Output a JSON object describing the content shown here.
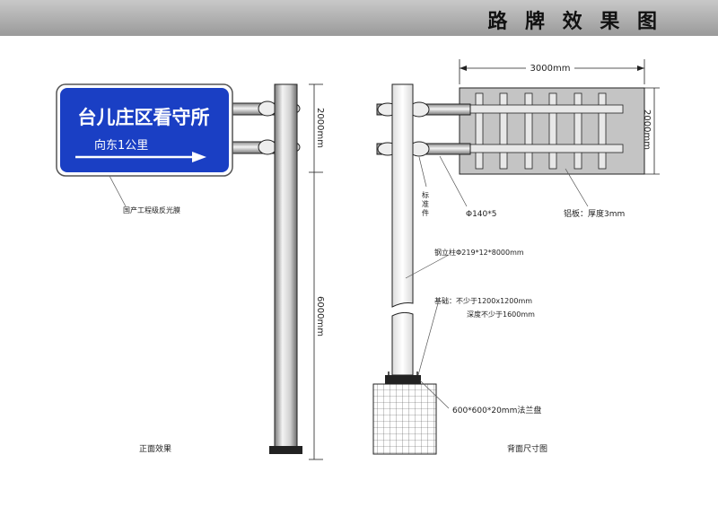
{
  "header": {
    "title": "路 牌 效 果 图"
  },
  "front_view": {
    "caption": "正面效果",
    "sign": {
      "main_text": "台儿庄区看守所",
      "sub_text": "向东1公里",
      "color": "#1a3fc4"
    },
    "sign_note": "国产工程级反光膜",
    "dim_panel": "2000mm",
    "dim_pole": "6000mm"
  },
  "back_view": {
    "caption": "背面尺寸图",
    "dim_width": "3000mm",
    "dim_height": "2000mm",
    "label_standard_part": [
      "标",
      "准",
      "件"
    ],
    "label_pipe": "Φ140*5",
    "label_plate": "铝板：厚度3mm",
    "label_column": "钢立柱Φ219*12*8000mm",
    "label_foundation_1": "基础：不少于1200x1200mm",
    "label_foundation_2": "深度不少于1600mm",
    "label_flange": "600*600*20mm法兰盘"
  }
}
